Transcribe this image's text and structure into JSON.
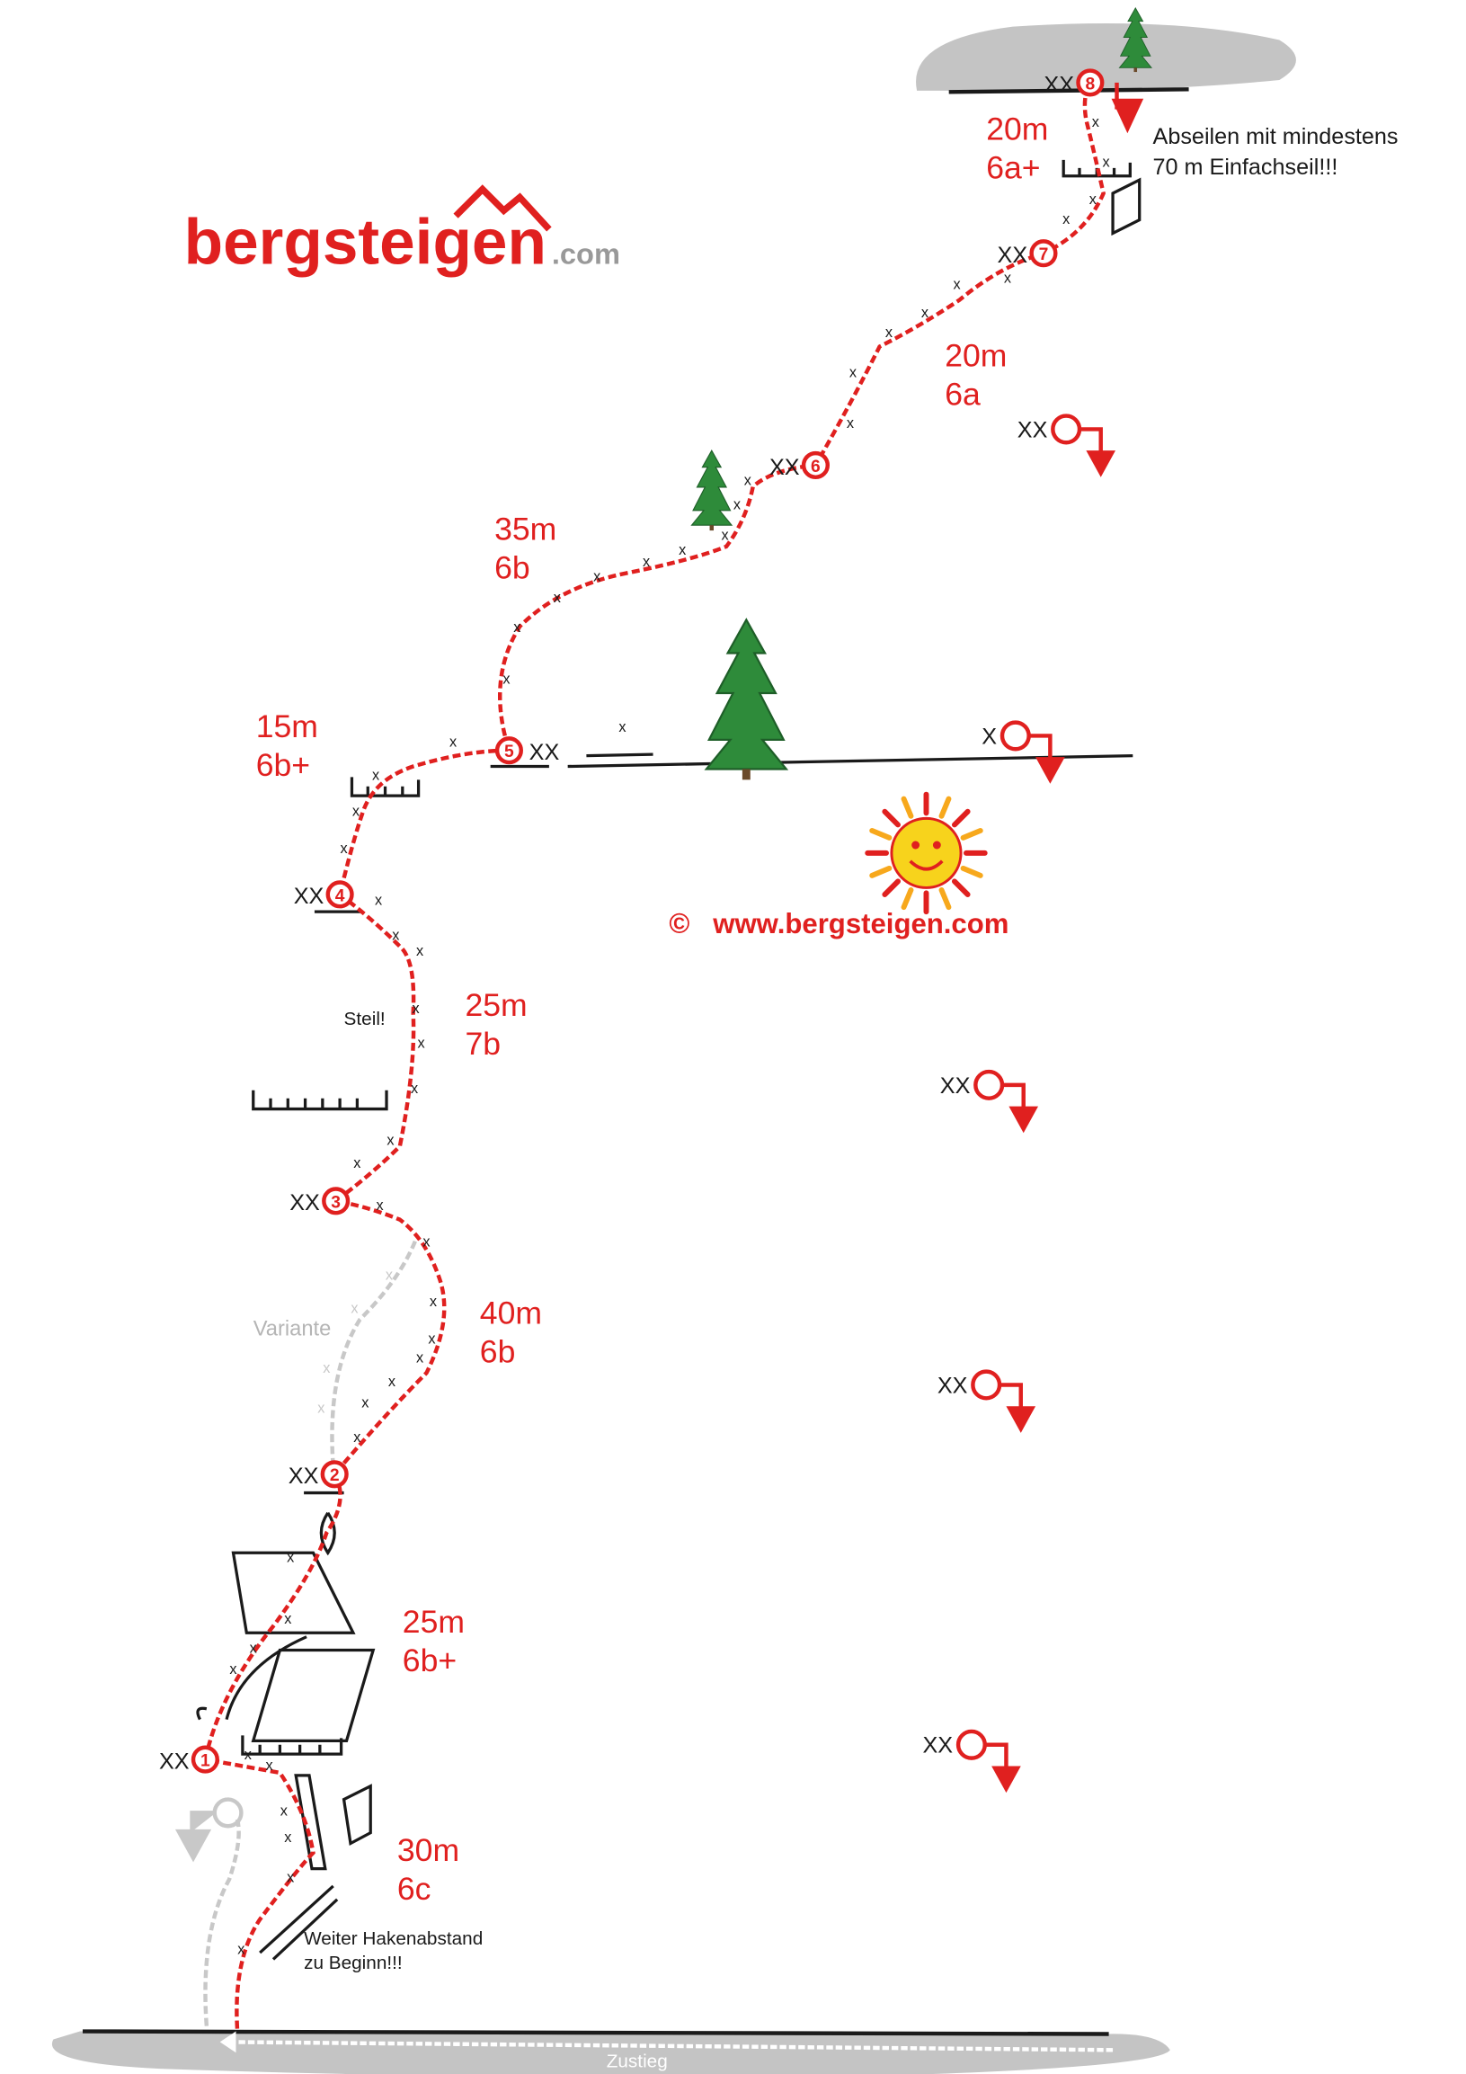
{
  "logo": {
    "brand_bold": "bergsteigen",
    "brand_suffix": ".com"
  },
  "copyright": {
    "symbol": "©",
    "url": "www.bergsteigen.com"
  },
  "pitches": [
    {
      "length": "30m",
      "grade": "6c"
    },
    {
      "length": "25m",
      "grade": "6b+"
    },
    {
      "length": "40m",
      "grade": "6b"
    },
    {
      "length": "25m",
      "grade": "7b"
    },
    {
      "length": "15m",
      "grade": "6b+"
    },
    {
      "length": "35m",
      "grade": "6b"
    },
    {
      "length": "20m",
      "grade": "6a"
    },
    {
      "length": "20m",
      "grade": "6a+"
    }
  ],
  "belays": [
    "1",
    "2",
    "3",
    "4",
    "5",
    "6",
    "7",
    "8"
  ],
  "belay_marker": "XX",
  "single_bolt": "X",
  "bolt": "x",
  "notes": {
    "rappel_line1": "Abseilen mit mindestens",
    "rappel_line2": "70 m Einfachseil!!!",
    "steep": "Steil!",
    "variant": "Variante",
    "spacing_line1": "Weiter Hakenabstand",
    "spacing_line2": "zu Beginn!!!",
    "approach": "Zustieg"
  },
  "colors": {
    "route": "#e0201f",
    "rock": "#c4c4c4",
    "tree": "#2e8b3a",
    "variant": "#c8c8c8"
  }
}
